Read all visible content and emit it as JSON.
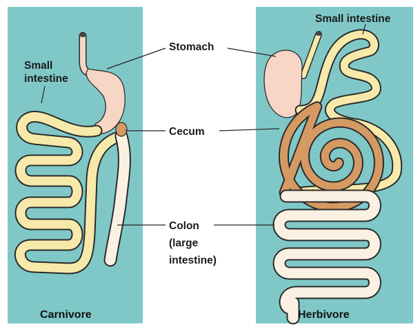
{
  "panels": {
    "left": {
      "title": "Carnivore",
      "label_small_intestine_1": "Small",
      "label_small_intestine_2": "intestine"
    },
    "right": {
      "title": "Herbivore",
      "label_small_intestine": "Small intestine"
    }
  },
  "center_labels": {
    "stomach": "Stomach",
    "cecum": "Cecum",
    "colon_1": "Colon",
    "colon_2": "(large",
    "colon_3": "intestine)"
  },
  "colors": {
    "panel": "#80c8c8",
    "small_intestine": "#f6e9a9",
    "stomach": "#f7d6c6",
    "cecum": "#d59a63",
    "colon": "#fbf1e2"
  }
}
